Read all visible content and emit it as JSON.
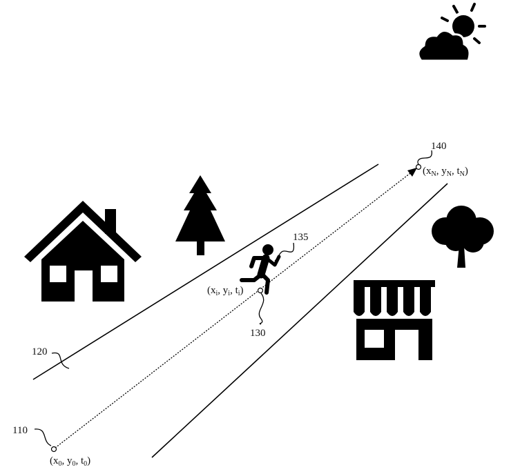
{
  "labels": {
    "ref_110": "110",
    "ref_120": "120",
    "ref_130": "130",
    "ref_135": "135",
    "ref_140": "140"
  },
  "points": {
    "start": {
      "open": "(x",
      "s1": "0",
      "mid1": ", y",
      "s2": "0",
      "mid2": ", t",
      "s3": "0",
      "close": ")"
    },
    "current": {
      "open": "(x",
      "s1": "i",
      "mid1": ", y",
      "s2": "i",
      "mid2": ", t",
      "s3": "i",
      "close": ")"
    },
    "end": {
      "open": "(x",
      "s1": "N",
      "mid1": ", y",
      "s2": "N",
      "mid2": ", t",
      "s3": "N",
      "close": ")"
    }
  },
  "colors": {
    "ink": "#000000",
    "background": "#ffffff"
  }
}
